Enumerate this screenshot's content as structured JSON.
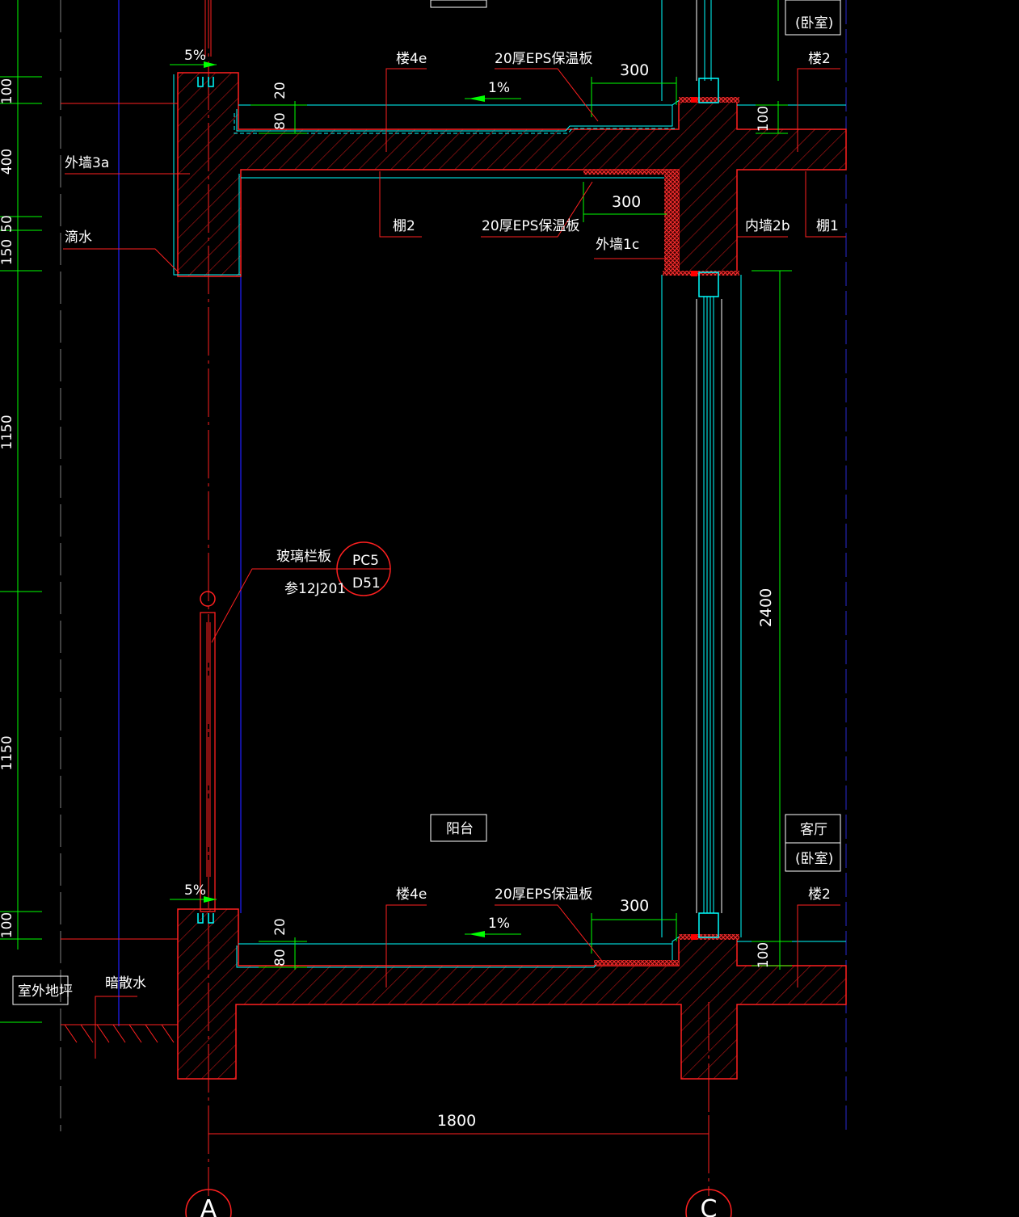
{
  "colors": {
    "background": "#000000",
    "concrete_outline": "#ff2020",
    "hatch": "#c01818",
    "finish_line": "#00ffff",
    "dimension": "#00ff00",
    "grid_axis": "#2020ff",
    "text": "#ffffff",
    "insulation": "#ff4040"
  },
  "labels": {
    "floor_4e_top": "楼4e",
    "eps_top": "20厚EPS保温板",
    "floor_2_top": "楼2",
    "slope_1_top": "1%",
    "slope_5_top": "5%",
    "outer_wall_3a": "外墙3a",
    "drip": "滴水",
    "ceiling_2": "棚2",
    "eps_mid": "20厚EPS保温板",
    "outer_wall_1c": "外墙1c",
    "inner_wall_2b": "内墙2b",
    "ceiling_1": "棚1",
    "glass_railing": "玻璃栏板",
    "ref_atlas": "参12J201",
    "detail_top": "PC5",
    "detail_bottom": "D51",
    "balcony": "阳台",
    "room_top_line2": "(卧室)",
    "room_living": "客厅",
    "room_bedroom": "(卧室)",
    "floor_4e_bottom": "楼4e",
    "eps_bottom": "20厚EPS保温板",
    "floor_2_bottom": "楼2",
    "slope_1_bottom": "1%",
    "slope_5_bottom": "5%",
    "outdoor_ground": "室外地坪",
    "hidden_drain": "暗散水",
    "axis_left": "A",
    "axis_right": "C"
  },
  "dimensions": {
    "d300_top": "300",
    "d20_top": "20",
    "d80_top": "80",
    "d100_right_top": "100",
    "d300_mid": "300",
    "d2400": "2400",
    "d300_bottom": "300",
    "d20_bottom": "20",
    "d80_bottom": "80",
    "d100_right_bottom": "100",
    "d1800": "1800",
    "left_100_top": "100",
    "left_400": "400",
    "left_50": "50",
    "left_150": "150",
    "left_1150_a": "1150",
    "left_1150_b": "1150",
    "left_100_bottom": "100"
  }
}
